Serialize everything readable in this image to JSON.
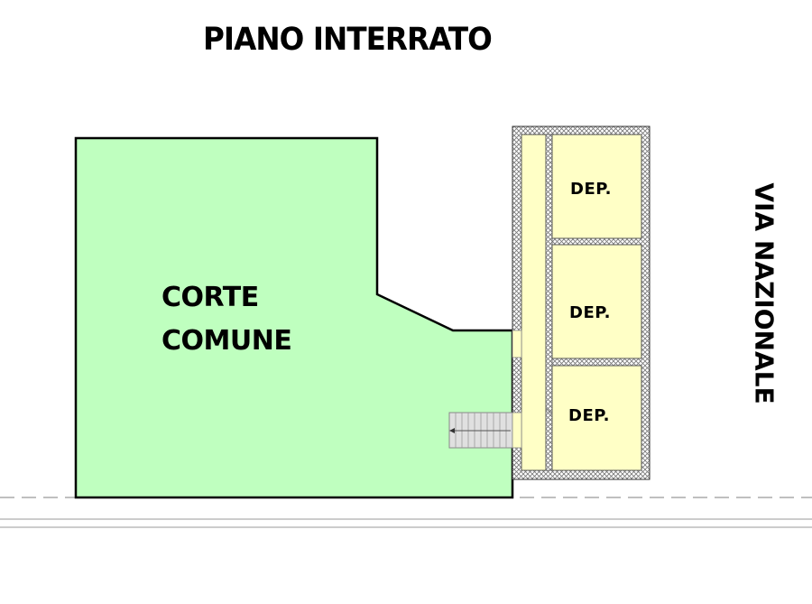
{
  "title": "PIANO INTERRATO",
  "court": {
    "line1": "CORTE",
    "line2": "COMUNE",
    "fill": "#bfffbf"
  },
  "deposits": [
    {
      "label": "DEP."
    },
    {
      "label": "DEP."
    },
    {
      "label": "DEP."
    }
  ],
  "deposit_fill": "#ffffc6",
  "street": "VIA NAZIONALE"
}
